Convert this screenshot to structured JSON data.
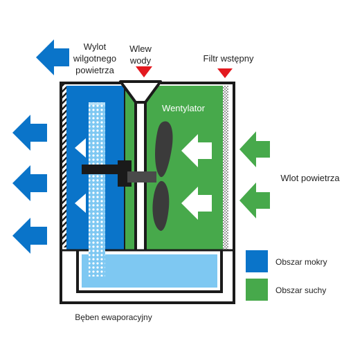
{
  "labels": {
    "humid_outlet": [
      "Wylot",
      "wilgotnego",
      "powietrza"
    ],
    "water_inlet": [
      "Wlew",
      "wody"
    ],
    "prefilter": "Filtr wstępny",
    "fan": "Wentylator",
    "air_inlet": "Wlot powietrza",
    "drum": "Bęben ewaporacyjny"
  },
  "legend": [
    {
      "label": "Obszar mokry",
      "color": "#0a74c9"
    },
    {
      "label": "Obszar suchy",
      "color": "#47a94b"
    }
  ],
  "colors": {
    "wet": "#0a74c9",
    "dry": "#47a94b",
    "water": "#7ec8f2",
    "frame": "#1a1a1a",
    "marker": "#e3191f",
    "fan": "#3b3b3b",
    "inlet_arrow": "#47a94b",
    "outlet_arrow": "#0a74c9"
  }
}
